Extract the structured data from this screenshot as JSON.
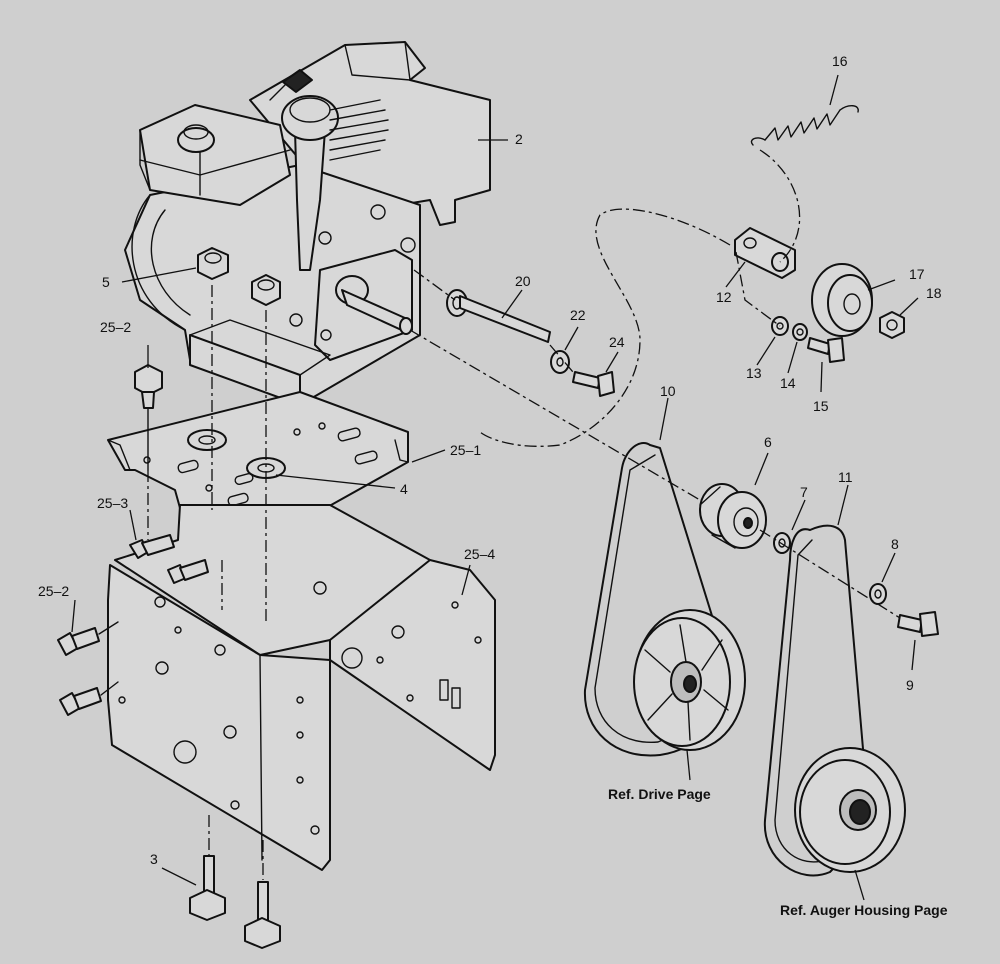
{
  "callouts": {
    "c2": "2",
    "c3": "3",
    "c4": "4",
    "c5": "5",
    "c6": "6",
    "c7": "7",
    "c8": "8",
    "c9": "9",
    "c10": "10",
    "c11": "11",
    "c12": "12",
    "c13": "13",
    "c14": "14",
    "c15": "15",
    "c16": "16",
    "c17": "17",
    "c18": "18",
    "c20": "20",
    "c22": "22",
    "c24": "24",
    "c25_1": "25–1",
    "c25_2a": "25–2",
    "c25_2b": "25–2",
    "c25_3": "25–3",
    "c25_4": "25–4"
  },
  "references": {
    "drive": "Ref. Drive Page",
    "auger": "Ref. Auger Housing Page"
  }
}
